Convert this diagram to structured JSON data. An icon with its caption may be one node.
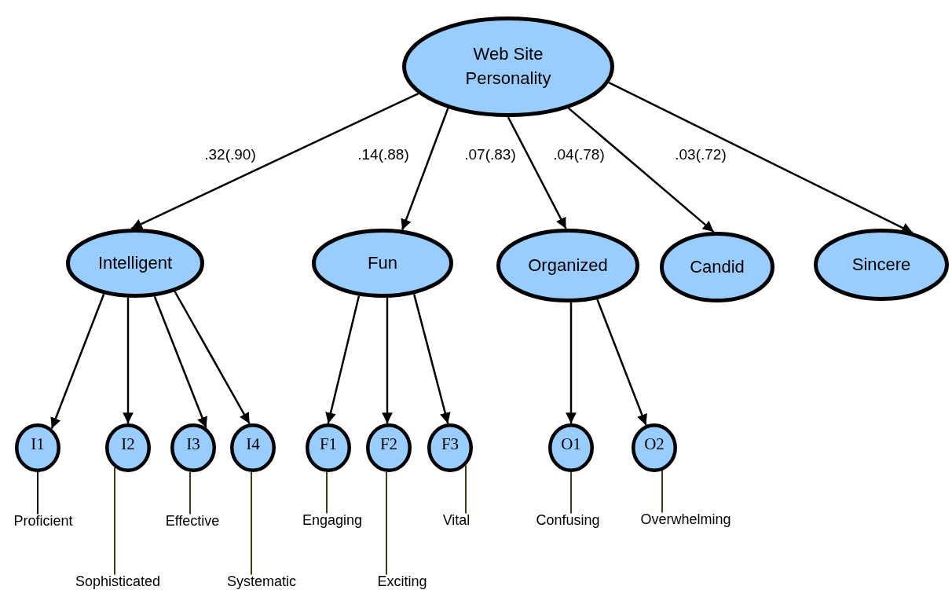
{
  "diagram": {
    "nodes": [
      {
        "text": [
          "Web Site Personality"
        ]
      },
      {
        "text": [
          "Intelligent"
        ]
      },
      {
        "text": [
          "Fun"
        ]
      },
      {
        "text": [
          "Organized"
        ]
      },
      {
        "text": [
          "Candid"
        ]
      },
      {
        "text": [
          "Sincere"
        ]
      },
      {
        "text": [
          "I1"
        ]
      },
      {
        "text": [
          "I2"
        ]
      },
      {
        "text": [
          "I3"
        ]
      },
      {
        "text": [
          "I4"
        ]
      },
      {
        "text": [
          "F1"
        ]
      },
      {
        "text": [
          "F2"
        ]
      },
      {
        "text": [
          "F3"
        ]
      },
      {
        "text": [
          "O1"
        ]
      },
      {
        "text": [
          "O2"
        ]
      },
      {
        "text": [
          "Proficient"
        ]
      },
      {
        "text": [
          "Sophisticated"
        ]
      },
      {
        "text": [
          "Effective"
        ]
      },
      {
        "text": [
          "Systematic"
        ]
      },
      {
        "text": [
          "Engaging"
        ]
      },
      {
        "text": [
          "Exciting"
        ]
      },
      {
        "text": [
          "Vital"
        ]
      },
      {
        "text": [
          "Confusing"
        ]
      },
      {
        "text": [
          "Overwhelming"
        ]
      }
    ],
    "edges": [
      {
        "from": 0,
        "to": 1,
        "arrow": "to",
        "label": ".32(.90)"
      },
      {
        "from": 0,
        "to": 2,
        "arrow": "to",
        "label": ".14(.88)"
      },
      {
        "from": 0,
        "to": 3,
        "arrow": "to",
        "label": ".07(.83)"
      },
      {
        "from": 0,
        "to": 4,
        "arrow": "to",
        "label": ".04(.78)"
      },
      {
        "from": 0,
        "to": 5,
        "arrow": "to",
        "label": ".03(.72)"
      },
      {
        "from": 1,
        "to": 6,
        "arrow": "to"
      },
      {
        "from": 1,
        "to": 7,
        "arrow": "to"
      },
      {
        "from": 1,
        "to": 8,
        "arrow": "to"
      },
      {
        "from": 1,
        "to": 9,
        "arrow": "to"
      },
      {
        "from": 2,
        "to": 10,
        "arrow": "to"
      },
      {
        "from": 2,
        "to": 11,
        "arrow": "to"
      },
      {
        "from": 2,
        "to": 12,
        "arrow": "to"
      },
      {
        "from": 3,
        "to": 13,
        "arrow": "to"
      },
      {
        "from": 3,
        "to": 14,
        "arrow": "to"
      },
      {
        "from": 15,
        "to": 6,
        "arrow": "none"
      },
      {
        "from": 16,
        "to": 7,
        "arrow": "none",
        "color": "#403c14"
      },
      {
        "from": 17,
        "to": 8,
        "arrow": "none",
        "color": "#403c14"
      },
      {
        "from": 18,
        "to": 9,
        "arrow": "none",
        "color": "#403c14"
      },
      {
        "from": 19,
        "to": 10,
        "arrow": "none",
        "color": "#403c14"
      },
      {
        "from": 20,
        "to": 11,
        "arrow": "none",
        "color": "#403c14"
      },
      {
        "from": 21,
        "to": 12,
        "arrow": "none",
        "color": "#403c14"
      },
      {
        "from": 22,
        "to": 13,
        "arrow": "none",
        "color": "#403c14"
      },
      {
        "from": 23,
        "to": 14,
        "arrow": "none",
        "color": "#403c14"
      }
    ]
  }
}
